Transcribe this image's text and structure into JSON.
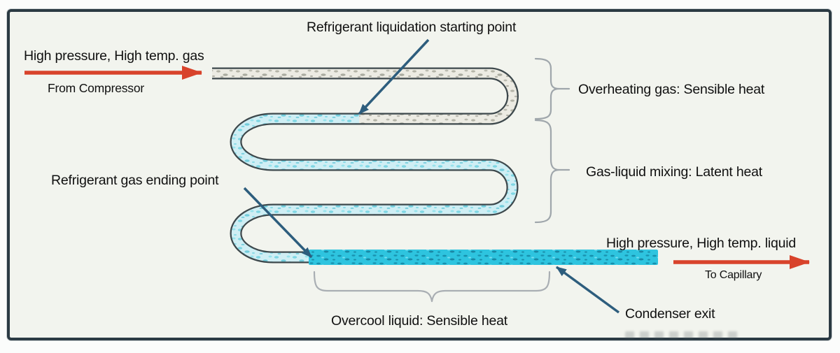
{
  "frame": {
    "background_color": "#f2f4ee",
    "border_color": "#2b3a43"
  },
  "inlet": {
    "title": "High pressure, High temp. gas",
    "subtitle": "From Compressor"
  },
  "outlet": {
    "title": "High pressure, High temp. liquid",
    "subtitle": "To Capillary"
  },
  "annotations": {
    "liquidation_start": {
      "label": "Refrigerant liquidation starting point"
    },
    "gas_ending": {
      "label": "Refrigerant gas ending point"
    },
    "condenser_exit": {
      "label": "Condenser exit"
    }
  },
  "zones": {
    "overheating": {
      "label": "Overheating gas: Sensible heat"
    },
    "mixing": {
      "label": "Gas-liquid mixing: Latent heat"
    },
    "overcool": {
      "label": "Overcool liquid: Sensible heat"
    }
  },
  "colors": {
    "flow_arrow_red": "#d8432b",
    "annotation_arrow_blue": "#2d5d7d",
    "tube_outline": "#3d484c",
    "tube_gas_fill": "#ecebe3",
    "tube_mixing_fill": "#cfeef4",
    "tube_liquid_fill": "#2ec4df",
    "brace_gray": "#9fa6ab",
    "text_color": "#101010"
  }
}
